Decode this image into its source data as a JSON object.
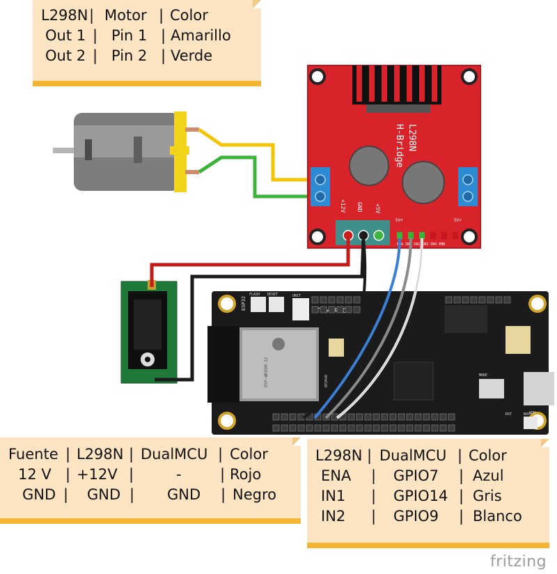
{
  "notes": {
    "motor_table": {
      "rows": [
        [
          "L298N",
          "|",
          "Motor",
          "|",
          "Color"
        ],
        [
          "Out 1",
          "|",
          "Pin 1",
          "|",
          "Amarillo"
        ],
        [
          "Out 2",
          "|",
          "Pin 2",
          "|",
          "Verde"
        ]
      ]
    },
    "power_table": {
      "rows": [
        [
          "Fuente",
          "|",
          "L298N",
          "|",
          "DualMCU",
          "|",
          "Color"
        ],
        [
          "12 V",
          "|",
          "+12V",
          "|",
          "-",
          "|",
          "Rojo"
        ],
        [
          "GND",
          "|",
          "GND",
          "|",
          "GND",
          "|",
          "Negro"
        ]
      ]
    },
    "control_table": {
      "rows": [
        [
          "L298N",
          "|",
          "DualMCU",
          "|",
          "Color"
        ],
        [
          "ENA",
          "|",
          "GPIO7",
          "|",
          "Azul"
        ],
        [
          "IN1",
          "|",
          "GPIO14",
          "|",
          "Gris"
        ],
        [
          "IN2",
          "|",
          "GPIO9",
          "|",
          "Blanco"
        ]
      ]
    }
  },
  "l298n_board": {
    "title": "L298N",
    "subtitle": "H-Bridge",
    "pin_12v": "+12V",
    "pin_gnd": "GND",
    "pin_5v": "+5V",
    "jumper_left": "5V+",
    "jumper_right": "5V+",
    "control_pins": "ENA IN1 IN2 IN3 IN4 ENB"
  },
  "dualmcu_board": {
    "name": "DualMCU",
    "module": "ESP32",
    "wroom": "ESP-WROOM-32",
    "unit": "UNIT",
    "rp": "RP2040",
    "flash": "FLASH",
    "reset": "RESET",
    "boot": "BOOT",
    "rst": "RST",
    "usb": "USB",
    "mode": "MODE"
  },
  "wire_colors": {
    "yellow": "#f5c400",
    "green": "#3bb43b",
    "red": "#c41b1b",
    "black": "#1b1b1b",
    "blue": "#3b7fd4",
    "gray": "#8a8a8a",
    "white": "#f2f2f2"
  },
  "brand": "fritzing"
}
